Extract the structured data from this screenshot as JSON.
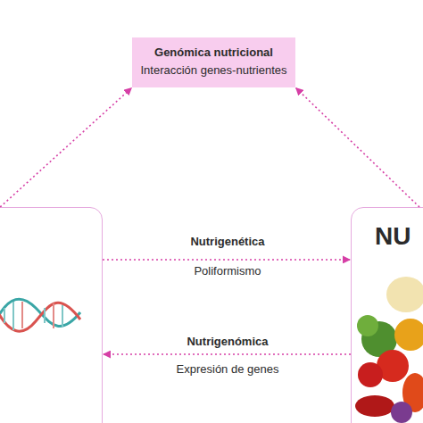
{
  "diagram": {
    "nodes": [
      {
        "text": [
          "Genómica nutricional",
          "Interacción genes-nutrientes"
        ]
      },
      {
        "text": []
      },
      {
        "text": [
          "NU"
        ]
      }
    ],
    "edges": [
      {
        "from": 1,
        "to": 0,
        "arrow": "to"
      },
      {
        "from": 2,
        "to": 0,
        "arrow": "to"
      },
      {
        "from": 1,
        "to": 2,
        "label": "Nutrigenética",
        "arrow": "to"
      },
      {
        "from": 2,
        "to": 1,
        "label": "Nutrigenómica",
        "arrow": "to"
      }
    ],
    "labels": [
      "Poliformismo",
      "Expresión de genes"
    ]
  }
}
